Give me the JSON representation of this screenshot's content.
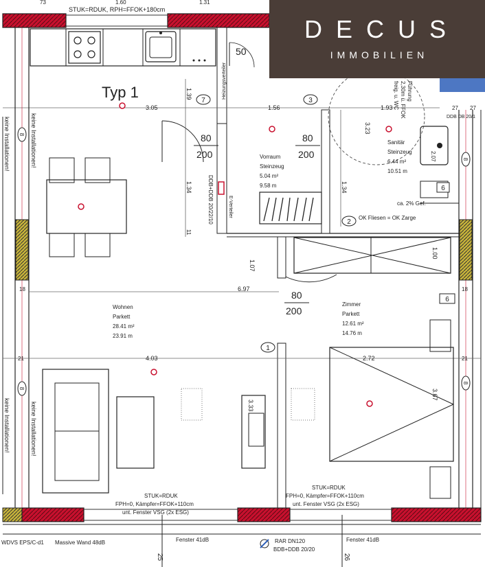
{
  "logo": {
    "brand": "DECUS",
    "sub": "IMMOBILIEN"
  },
  "plan_title": "Typ 1",
  "top": {
    "note": "STUK=RDUK, RPH=FFOK+180cm",
    "dim_left": "73",
    "dim_mid": "1.60",
    "dim_right": "1.31"
  },
  "door_50": "50",
  "labels": {
    "keine_left": "keine Installationen!",
    "keine_right": "keine Installationen!",
    "keine_left2": "keine Installationen!",
    "ddb_vert": "DDB+DDB 20/22/10",
    "e_verteiler": "E-Verteiler",
    "heizung": "Heizungsverteiler",
    "fuehrung": "Führung",
    "hoehe": "2,30m ü. FFOK",
    "wc": "freig. u. WC"
  },
  "dims": {
    "d305": "3.05",
    "d156": "1.56",
    "d193": "1.93",
    "d139": "1.39",
    "d134a": "1.34",
    "d134b": "1.34",
    "d323": "3.23",
    "d697": "6.97",
    "d107": "1.07",
    "d100": "1.00",
    "d403": "4.03",
    "d272": "2.72",
    "d333": "3.33",
    "d367": "3.67",
    "d11": "11",
    "d18l": "18",
    "d18r": "18",
    "d21l": "21",
    "d21r": "21",
    "d27a": "27",
    "d27b": "27",
    "ddb_top": "DDB  DB 20/1",
    "d207": "2.07"
  },
  "doors": [
    {
      "w": "80",
      "h": "200"
    },
    {
      "w": "80",
      "h": "200"
    },
    {
      "w": "80",
      "h": "200"
    }
  ],
  "rooms": {
    "vorraum": {
      "name": "Vorraum",
      "floor": "Steinzeug",
      "area": "5.04 m²",
      "perimeter": "9.58 m"
    },
    "sanitaer": {
      "name": "Sanitär",
      "floor": "Steinzeug",
      "area": "6.44 m²",
      "perimeter": "10.51 m"
    },
    "wohnen": {
      "name": "Wohnen",
      "floor": "Parkett",
      "area": "28.41 m²",
      "perimeter": "23.91 m"
    },
    "zimmer": {
      "name": "Zimmer",
      "floor": "Parkett",
      "area": "12.61 m²",
      "perimeter": "14.76 m"
    }
  },
  "markers": [
    "7",
    "3",
    "6",
    "2",
    "6",
    "1",
    "8",
    "8",
    "8",
    "8"
  ],
  "notes": {
    "gefaelle": "ca. 2% Gef.",
    "fliesen": "OK Fliesen = OK Zarge",
    "stuk1": "STUK=RDUK",
    "fph1": "FPH=0, Kämpfer=FFOK+110cm",
    "fenster1": "unt. Fenster VSG (2x ESG)",
    "stuk2": "STUK=RDUK",
    "fph2": "FPH=0, Kämpfer=FFOK+110cm",
    "fenster2": "unt. Fenster VSG (2x ESG)"
  },
  "bottom": {
    "wdvs": "WDVS EPS/C-d1",
    "massiv": "Massive Wand 48dB",
    "fenster_a": "Fenster 41dB",
    "rar": "RAR DN120",
    "rar_ddb": "BDB+DDB 20/20",
    "fenster_b": "Fenster 41dB",
    "n25": "25",
    "n26": "26"
  }
}
